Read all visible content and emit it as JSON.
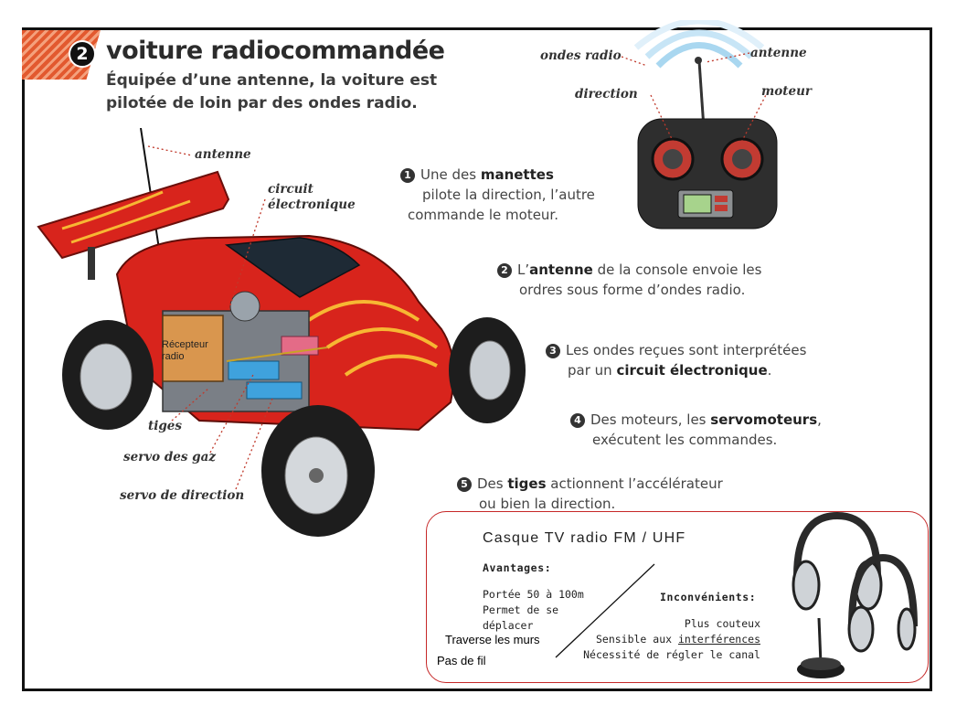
{
  "header": {
    "number": "2",
    "title": "voiture radiocommandée",
    "subtitle": "Équipée d’une antenne, la voiture est pilotée de loin par des ondes radio."
  },
  "car_labels": {
    "antenne": "antenne",
    "circuit": "circuit électronique",
    "recepteur": "Récepteur radio",
    "tiges": "tiges",
    "servo_gaz": "servo des gaz",
    "servo_direction": "servo de direction"
  },
  "remote_labels": {
    "ondes_radio": "ondes radio",
    "antenne": "antenne",
    "direction": "direction",
    "moteur": "moteur"
  },
  "steps": [
    {
      "num": "1",
      "line1_a": "Une des ",
      "line1_b": "manettes",
      "line1_c": "",
      "line2": "pilote la direction, l’autre",
      "line3": "commande le moteur."
    },
    {
      "num": "2",
      "line1_a": "L’",
      "line1_b": "antenne",
      "line1_c": " de la console envoie les",
      "line2": "ordres sous forme d’ondes radio.",
      "line3": ""
    },
    {
      "num": "3",
      "line1_a": "Les ondes reçues sont interprétées",
      "line1_b": "",
      "line1_c": "",
      "line2_a": "par un ",
      "line2_b": "circuit électronique",
      "line2_c": "."
    },
    {
      "num": "4",
      "line1_a": "Des moteurs, les ",
      "line1_b": "servomoteurs",
      "line1_c": ",",
      "line2": "exécutent les commandes."
    },
    {
      "num": "5",
      "line1_a": "Des ",
      "line1_b": "tiges",
      "line1_c": " actionnent l’accélérateur",
      "line2": "ou bien la direction."
    }
  ],
  "headphones_box": {
    "title": "Casque TV radio FM / UHF",
    "avantages_title": "Avantages:",
    "avantages": [
      "Portée 50 à 100m",
      "Permet de se",
      "déplacer"
    ],
    "traverse": "Traverse les murs",
    "pas_de_fil": "Pas de fil",
    "inconvenients_title": "Inconvénients:",
    "inconvenients_1": "Plus couteux",
    "inconvenients_2a": "Sensible aux ",
    "inconvenients_2b": "interférences",
    "inconvenients_3": "Nécessité de régler le canal"
  },
  "colors": {
    "accent": "#e2592f",
    "car_red": "#d8241c",
    "border_red": "#c62828"
  }
}
